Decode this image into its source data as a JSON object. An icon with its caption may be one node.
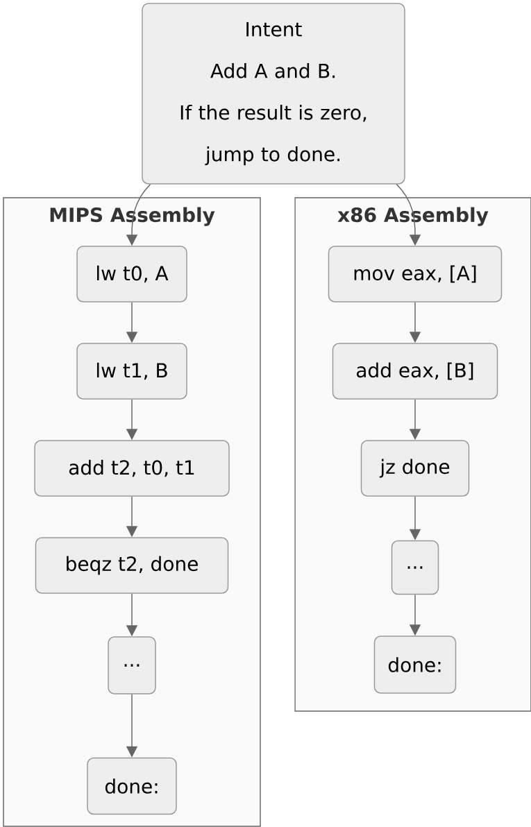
{
  "diagram": {
    "nodes": [
      {
        "text": [
          "Intent",
          "Add A and B.",
          "If the result is zero, jump to done."
        ]
      },
      {
        "text": [
          "MIPS Assembly"
        ]
      },
      {
        "text": [
          "lw t0, A"
        ],
        "in": 1
      },
      {
        "text": [
          "lw t1, B"
        ],
        "in": 1
      },
      {
        "text": [
          "add t2, t0, t1"
        ],
        "in": 1
      },
      {
        "text": [
          "beqz t2, done"
        ],
        "in": 1
      },
      {
        "text": [
          "..."
        ],
        "in": 1
      },
      {
        "text": [
          "done:"
        ],
        "in": 1
      },
      {
        "text": [
          "x86 Assembly"
        ]
      },
      {
        "text": [
          "mov eax, [A]"
        ],
        "in": 8
      },
      {
        "text": [
          "add eax, [B]"
        ],
        "in": 8
      },
      {
        "text": [
          "jz done"
        ],
        "in": 8
      },
      {
        "text": [
          "..."
        ],
        "in": 8
      },
      {
        "text": [
          "done:"
        ],
        "in": 8
      }
    ],
    "edges": [
      {
        "from": 0,
        "to": 2,
        "arrow": "to"
      },
      {
        "from": 2,
        "to": 3,
        "arrow": "to"
      },
      {
        "from": 3,
        "to": 4,
        "arrow": "to"
      },
      {
        "from": 4,
        "to": 5,
        "arrow": "to"
      },
      {
        "from": 5,
        "to": 6,
        "arrow": "to"
      },
      {
        "from": 6,
        "to": 7,
        "arrow": "to"
      },
      {
        "from": 0,
        "to": 9,
        "arrow": "to"
      },
      {
        "from": 9,
        "to": 10,
        "arrow": "to"
      },
      {
        "from": 10,
        "to": 11,
        "arrow": "to"
      },
      {
        "from": 11,
        "to": 12,
        "arrow": "to"
      },
      {
        "from": 12,
        "to": 13,
        "arrow": "to"
      }
    ]
  }
}
